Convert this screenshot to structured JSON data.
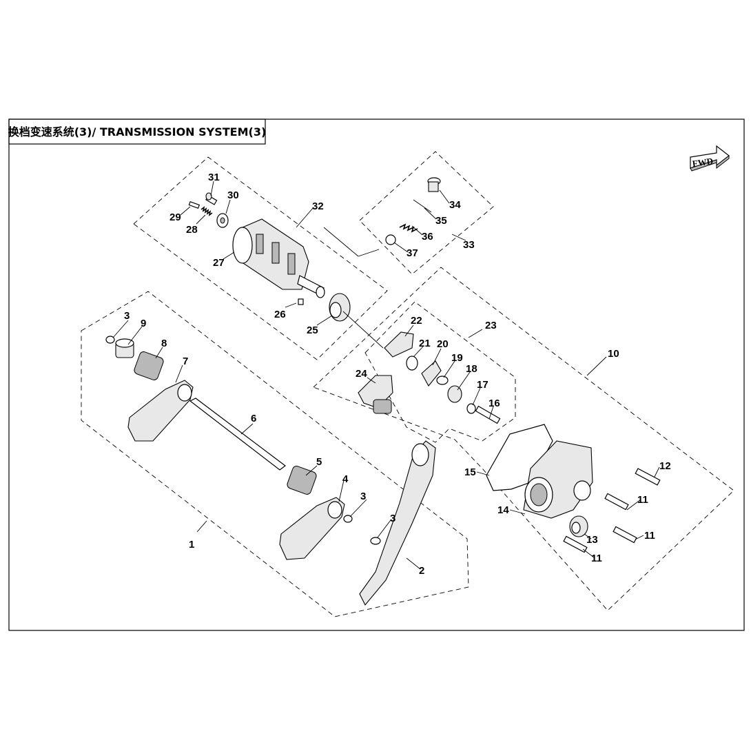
{
  "title": "换档变速系统(3)/ TRANSMISSION SYSTEM(3)",
  "fwd_label": "FWD",
  "labels": {
    "p1": "1",
    "p2": "2",
    "p3a": "3",
    "p3b": "3",
    "p3c": "3",
    "p4": "4",
    "p5": "5",
    "p6": "6",
    "p7": "7",
    "p8": "8",
    "p9": "9",
    "p10": "10",
    "p11a": "11",
    "p11b": "11",
    "p11c": "11",
    "p12": "12",
    "p13": "13",
    "p14": "14",
    "p15": "15",
    "p16": "16",
    "p17": "17",
    "p18": "18",
    "p19": "19",
    "p20": "20",
    "p21": "21",
    "p22": "22",
    "p23": "23",
    "p24": "24",
    "p25": "25",
    "p26": "26",
    "p27": "27",
    "p28": "28",
    "p29": "29",
    "p30": "30",
    "p31": "31",
    "p32": "32",
    "p33": "33",
    "p34": "34",
    "p35": "35",
    "p36": "36",
    "p37": "37"
  }
}
